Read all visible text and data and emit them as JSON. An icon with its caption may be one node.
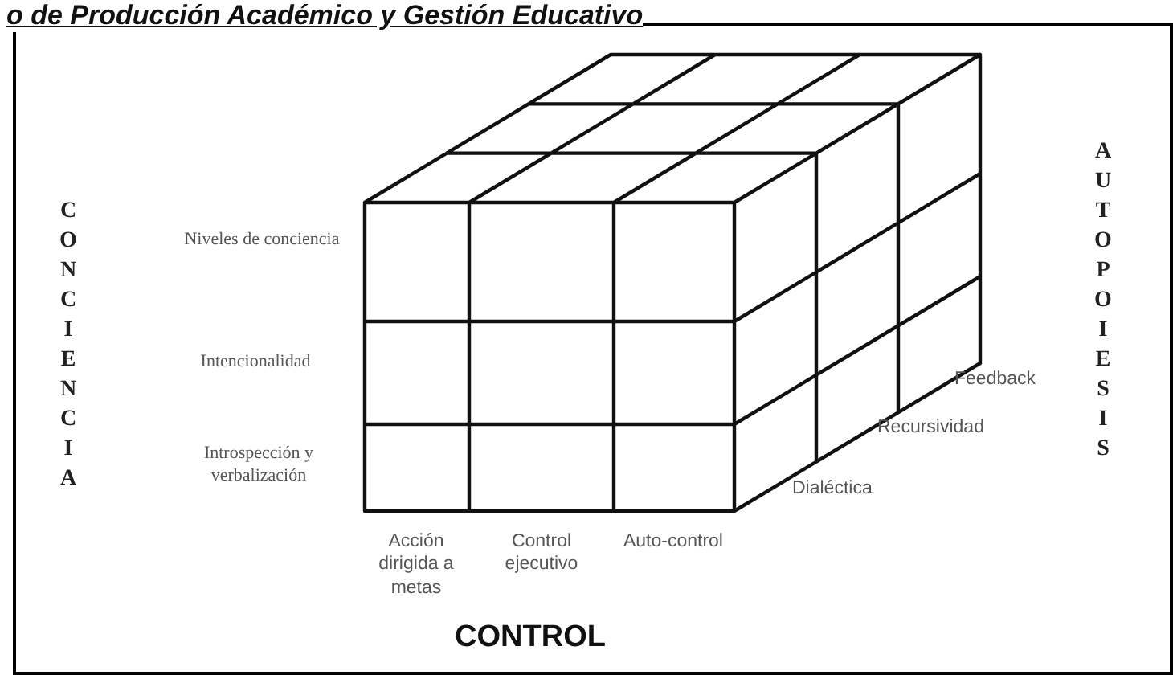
{
  "diagram": {
    "title": "o de Producción Académico y Gestión Educativo",
    "labels": [
      "CONCIENCIA",
      "Niveles de conciencia",
      "Intencionalidad",
      "Introspección y verbalización",
      "AUTOPOIESIS",
      "Feedback",
      "Recursividad",
      "Dialéctica",
      "Acción dirigida a metas",
      "Control ejecutivo",
      "Auto-control",
      "CONTROL"
    ]
  }
}
